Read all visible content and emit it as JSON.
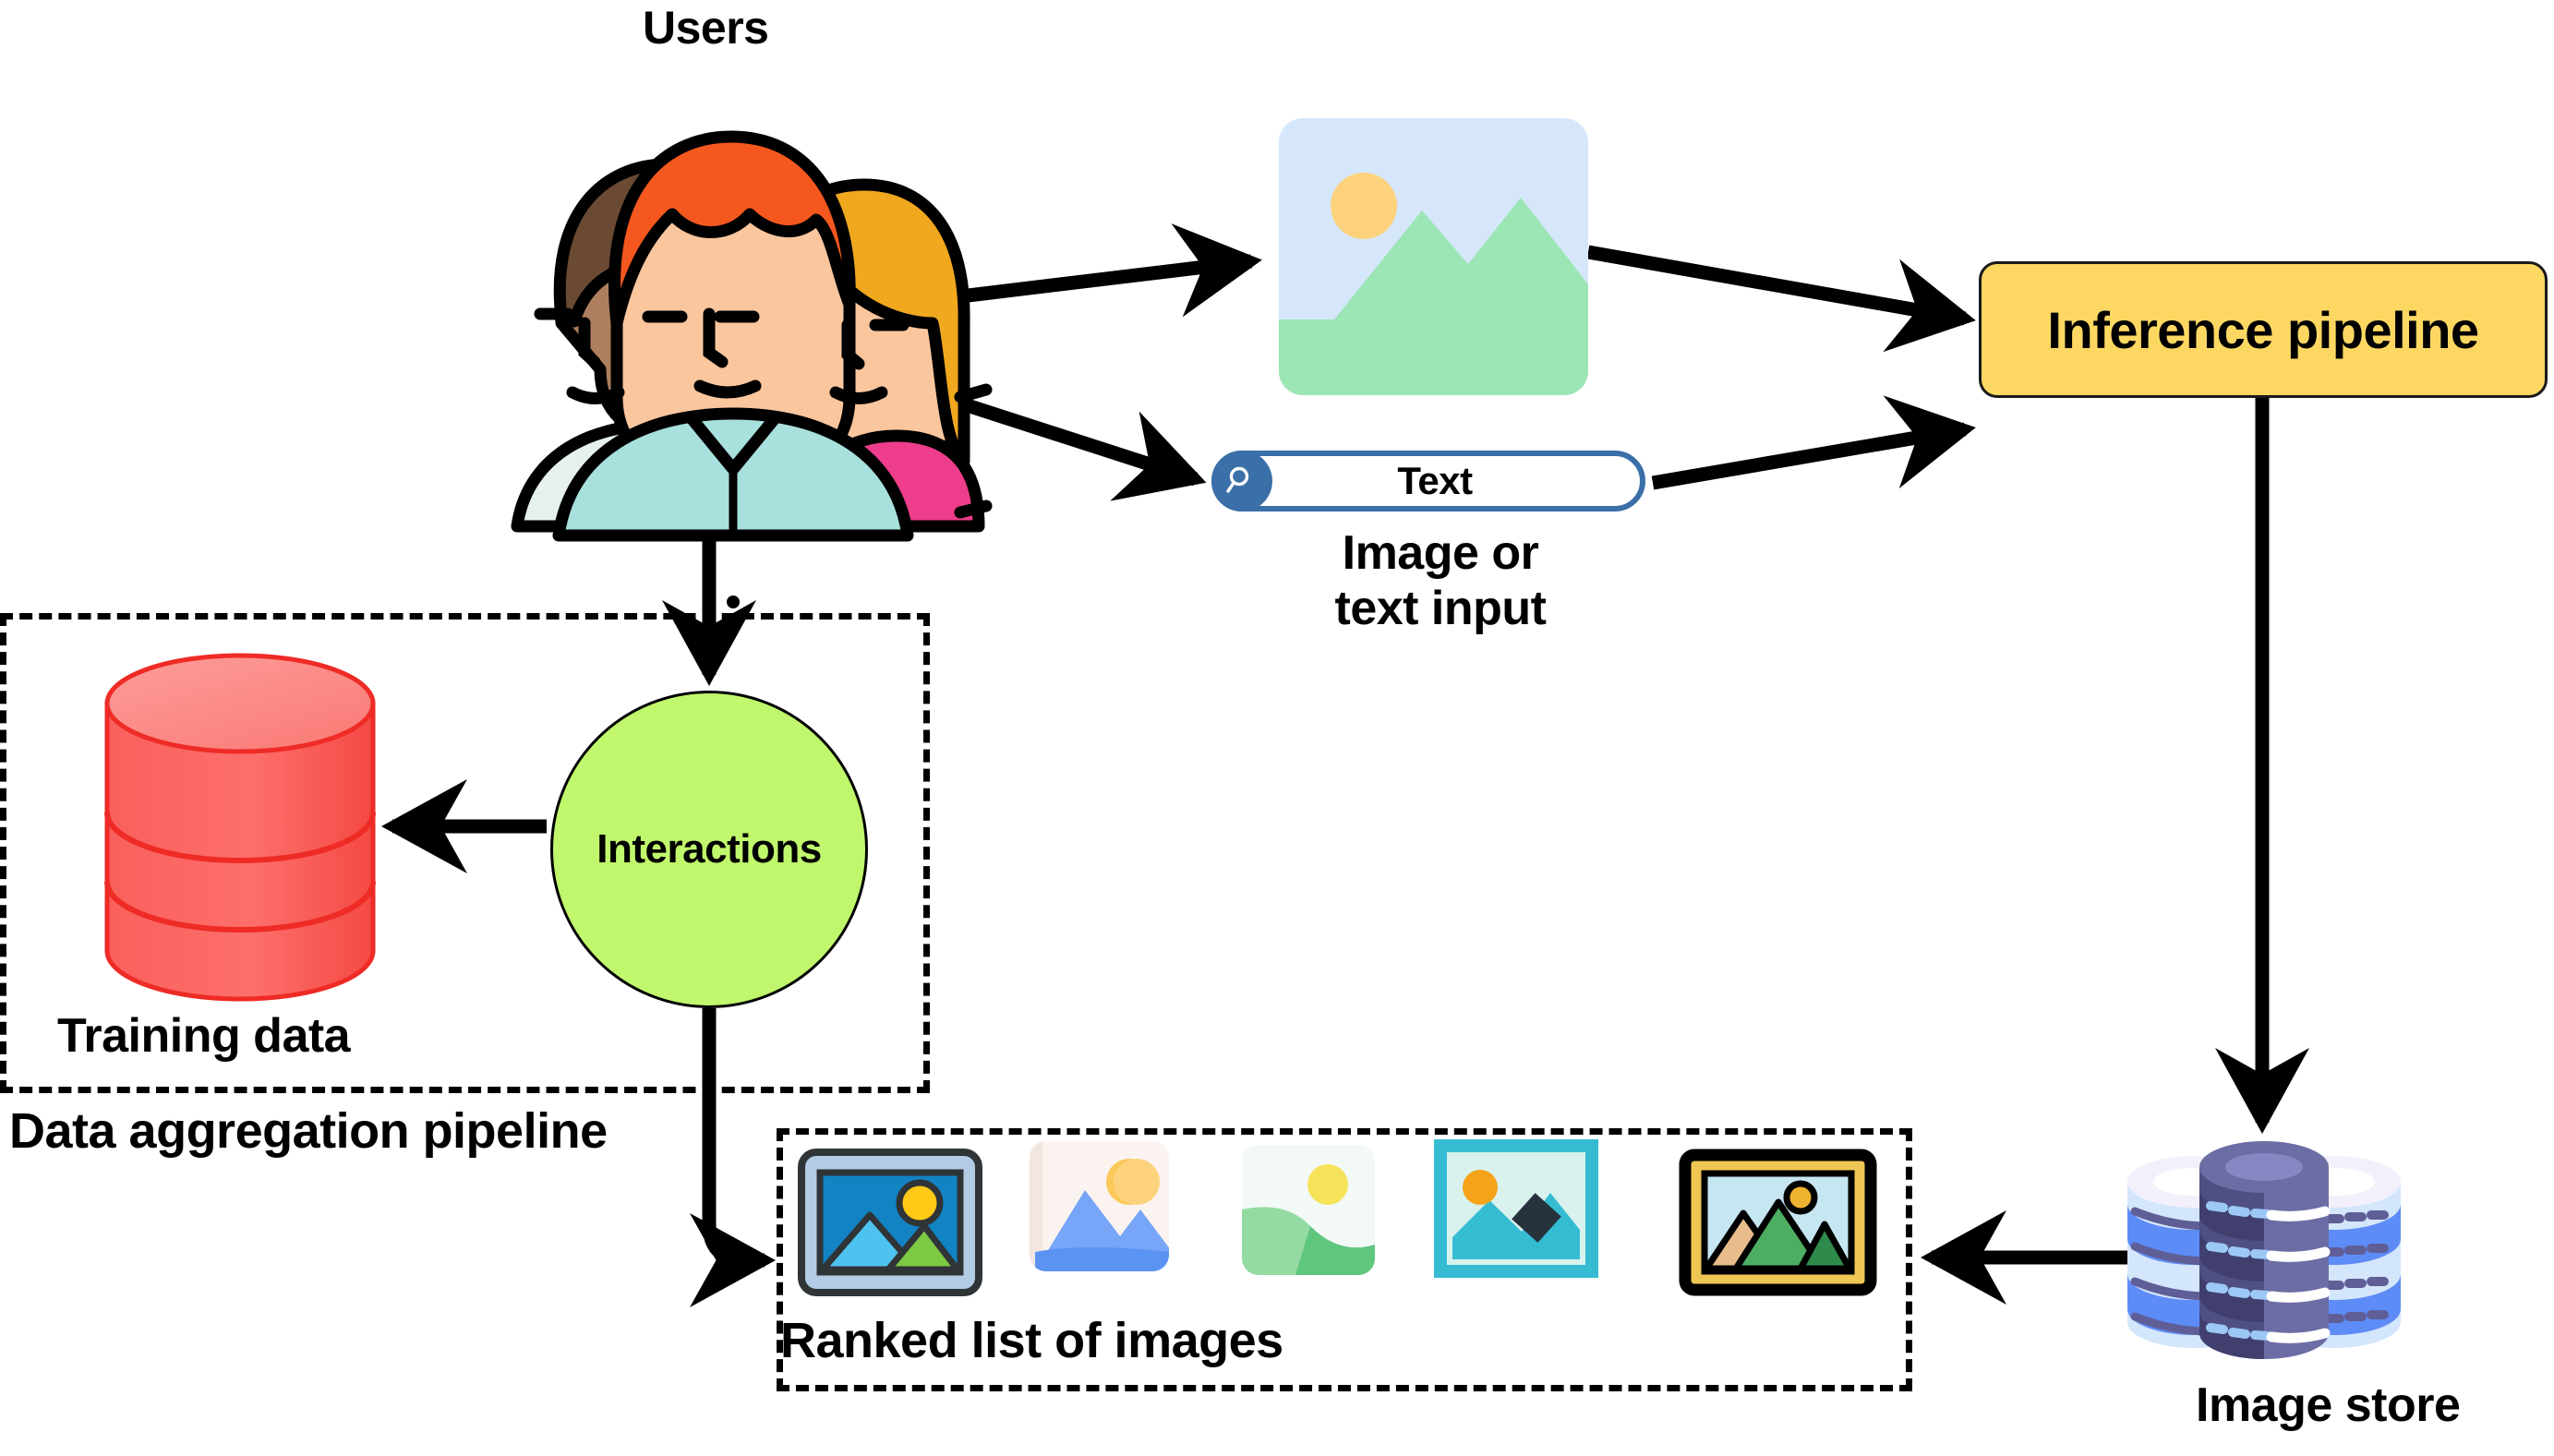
{
  "diagram": {
    "title_labels": {
      "users": "Users",
      "input_caption": "Image or\ntext input",
      "training_data": "Training data",
      "data_aggregation_pipeline": "Data aggregation pipeline",
      "ranked_list": "Ranked list of images",
      "image_store": "Image store"
    },
    "nodes": {
      "inference_pipeline": {
        "label": "Inference pipeline",
        "fill": "#FCD862",
        "stroke": "#1a1a1a",
        "shape": "rounded-rect"
      },
      "interactions": {
        "label": "Interactions",
        "fill": "#C0F76C",
        "stroke": "#000000",
        "shape": "circle"
      },
      "search_box": {
        "label": "Text",
        "accent": "#3A6FA8",
        "icon": "search-icon"
      },
      "training_data_store": {
        "fill": "#FA6560",
        "top_fill": "#FB8D88",
        "shape": "cylinder"
      },
      "image_store_db": {
        "fill_primary": "#5F5E97",
        "fill_secondary": "#5E8CF7",
        "shape": "database-stack"
      },
      "image_input": {
        "sky": "#D6E7FB",
        "land": "#9BE6B4",
        "sun": "#FCD27D"
      },
      "users_avatar": {
        "hair_center": "#F4581F",
        "hair_left": "#6B4A33",
        "hair_right": "#F0A81E",
        "skin_light": "#FAC69E",
        "skin_dark": "#AD7F5E",
        "shirt": "#A8E0DE",
        "shirt_pink": "#EE3D8B"
      }
    },
    "ranked_images": [
      {
        "name": "ranked-image-1",
        "style": "framed-blue",
        "frame": "#B3CCE5",
        "sky": "#1283C3",
        "mtn_a": "#4FC3F0",
        "mtn_b": "#7CC943",
        "sun": "#FFC915",
        "stroke": "#2F3437"
      },
      {
        "name": "ranked-image-2",
        "style": "flat-blue",
        "bg": "#FBF3F0",
        "mtn": "#77A5F7",
        "mtn_shade": "#5B93F2",
        "sun": "#FBC95A"
      },
      {
        "name": "ranked-image-3",
        "style": "flat-green",
        "bg": "#F2F9F7",
        "hill_a": "#94DBA3",
        "hill_b": "#5FC67D",
        "sun": "#F7E35A"
      },
      {
        "name": "ranked-image-4",
        "style": "teal-border",
        "border": "#35BCD3",
        "inner": "#D9F2EE",
        "mtn": "#35BCD3",
        "rock": "#27333C",
        "sun": "#F5A318"
      },
      {
        "name": "ranked-image-5",
        "style": "gold-frame",
        "frame": "#EFC653",
        "sky": "#C6E6F2",
        "mtn_tan": "#E8BC8C",
        "mtn_green": "#4DAE63",
        "mtn_dark": "#2F8B4C",
        "sun": "#EFB130",
        "stroke": "#000000"
      }
    ],
    "edges": [
      {
        "name": "users-to-image-input",
        "from": "users",
        "to": "image_input"
      },
      {
        "name": "users-to-text-input",
        "from": "users",
        "to": "search_box"
      },
      {
        "name": "image-input-to-inference",
        "from": "image_input",
        "to": "inference_pipeline"
      },
      {
        "name": "text-input-to-inference",
        "from": "search_box",
        "to": "inference_pipeline"
      },
      {
        "name": "users-to-interactions",
        "from": "users",
        "to": "interactions"
      },
      {
        "name": "interactions-to-training-data",
        "from": "interactions",
        "to": "training_data_store"
      },
      {
        "name": "interactions-to-ranked-list",
        "from": "interactions",
        "to": "ranked_list"
      },
      {
        "name": "inference-to-image-store",
        "from": "inference_pipeline",
        "to": "image_store_db"
      },
      {
        "name": "image-store-to-ranked-list",
        "from": "image_store_db",
        "to": "ranked_list"
      }
    ]
  }
}
